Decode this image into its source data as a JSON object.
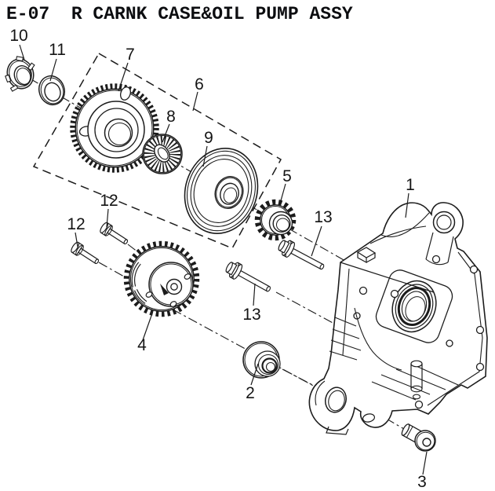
{
  "page": {
    "title": "E-07  R CARNK CASE&OIL PUMP ASSY"
  },
  "colors": {
    "ink": "#1c1c1c",
    "background": "#ffffff"
  },
  "diagram": {
    "callouts": [
      {
        "part": "10"
      },
      {
        "part": "11"
      },
      {
        "part": "7"
      },
      {
        "part": "6"
      },
      {
        "part": "8"
      },
      {
        "part": "9"
      },
      {
        "part": "5"
      },
      {
        "part": "1"
      },
      {
        "part": "12"
      },
      {
        "part": "12"
      },
      {
        "part": "13"
      },
      {
        "part": "13"
      },
      {
        "part": "4"
      },
      {
        "part": "2"
      },
      {
        "part": "3"
      }
    ]
  }
}
